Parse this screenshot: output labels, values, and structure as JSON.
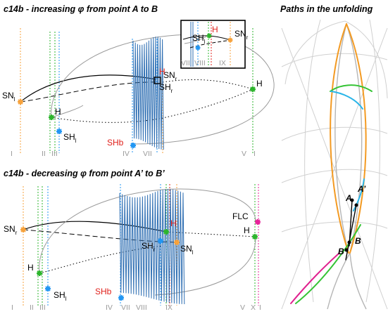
{
  "panel_top": {
    "title": "c14b - increasing φ from  point A to B",
    "labels": {
      "sn_l": "SN",
      "sn_l_sub": "l",
      "sn_r": "SN",
      "sn_r_sub": "r",
      "sh_r": "SH",
      "sh_r_sub": "r",
      "h_red": "H",
      "h_right": "H",
      "h_left": "H",
      "sh_l": "SH",
      "sh_l_sub": "l",
      "shb": "SHb"
    },
    "inset_labels": {
      "sh": "SH",
      "sh_sub": "l",
      "h": "H",
      "sn": "SN",
      "sn_sub": "r",
      "romans": [
        "VII",
        "VIII",
        "IX"
      ]
    },
    "romans": [
      "I",
      "II",
      "III",
      "IV",
      "VII",
      "V",
      "I"
    ]
  },
  "panel_bottom": {
    "title": "c14b - decreasing φ from point A’ to B’",
    "labels": {
      "sn_r": "SN",
      "sn_r_sub": "r",
      "h_red": "H",
      "sh_r": "SH",
      "sh_r_sub": "r",
      "sn_l": "SN",
      "sn_l_sub": "l",
      "flc": "FLC",
      "h_right": "H",
      "h_left": "H",
      "sh_l": "SH",
      "sh_l_sub": "l",
      "shb": "SHb"
    },
    "romans": [
      "I",
      "II",
      "III",
      "IV",
      "VII",
      "VIII",
      "IX",
      "V",
      "X",
      "I"
    ]
  },
  "panel_right": {
    "title": "Paths in the unfolding",
    "points": {
      "a": "A",
      "a_prime": "A’",
      "b": "B",
      "b_prime": "B’"
    }
  },
  "colors": {
    "sn_orange": "#f7a23b",
    "h_green": "#2cb52c",
    "sh_blue": "#2196f3",
    "shb_red": "#e0201b",
    "flc_magenta": "#e8239a",
    "orbit_blue": "#2f6fb3",
    "path_orange": "#f39a22",
    "path_cyan": "#29b5e8",
    "path_green": "#35c435",
    "path_magenta": "#e0218f"
  }
}
